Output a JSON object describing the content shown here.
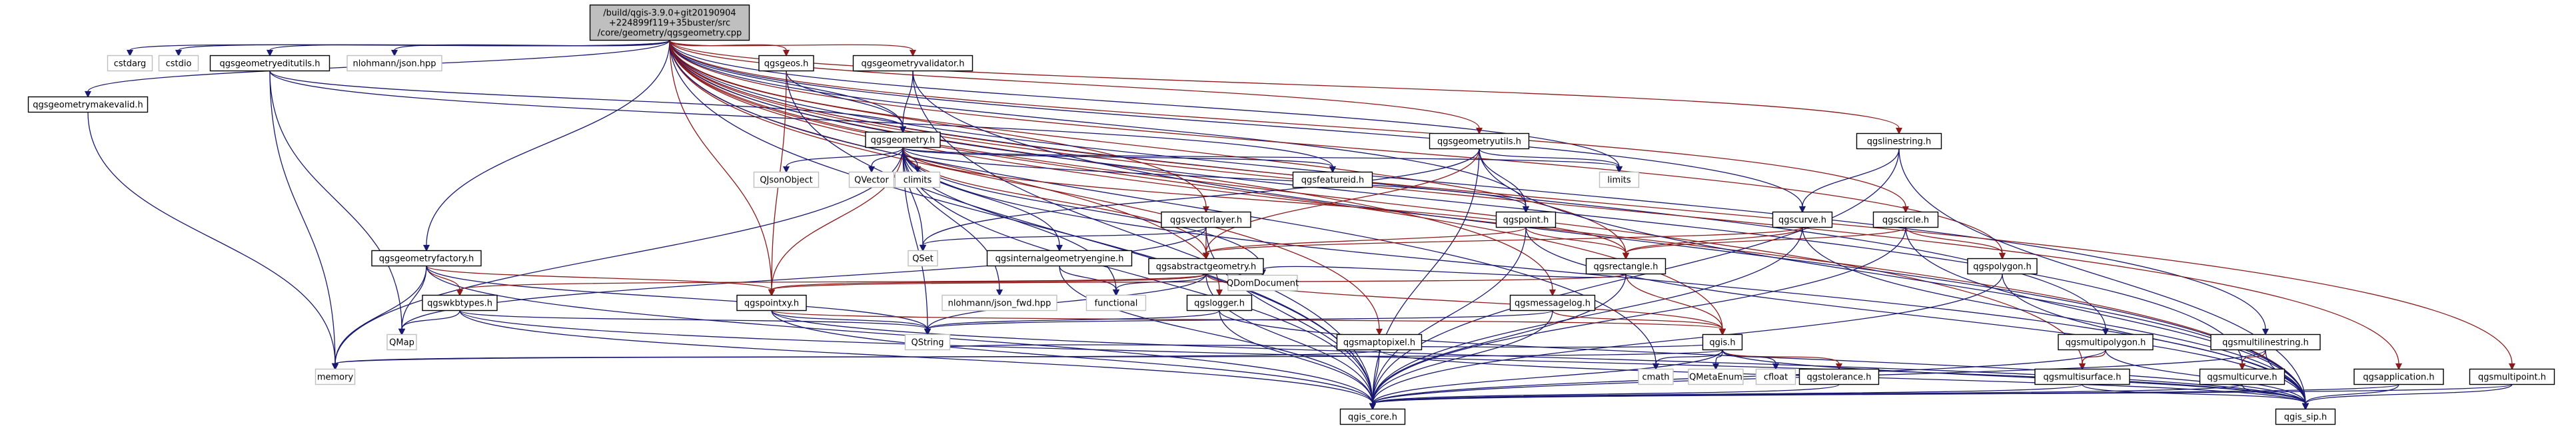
{
  "diagram": {
    "colors": {
      "default_edge": "#191970",
      "dep_edge": "#8b1a1a",
      "plain_edge": "#a9a9a9"
    },
    "nodes": [
      {
        "id": "root",
        "kind": "root",
        "lines": [
          "/build/qgis-3.9.0+git20190904",
          "+224899f119+35buster/src",
          "/core/geometry/qgsgeometry.cpp"
        ]
      },
      {
        "id": "cstdarg",
        "kind": "plain",
        "lines": [
          "cstdarg"
        ]
      },
      {
        "id": "cstdio",
        "kind": "plain",
        "lines": [
          "cstdio"
        ]
      },
      {
        "id": "qgsgeometryeditutils",
        "kind": "link",
        "lines": [
          "qgsgeometryeditutils.h"
        ]
      },
      {
        "id": "nlohmann_json",
        "kind": "plain",
        "lines": [
          "nlohmann/json.hpp"
        ]
      },
      {
        "id": "qgsgeos",
        "kind": "link",
        "lines": [
          "qgsgeos.h"
        ]
      },
      {
        "id": "qgsgeometryvalidator",
        "kind": "link",
        "lines": [
          "qgsgeometryvalidator.h"
        ]
      },
      {
        "id": "qgsgeometrymakevalid",
        "kind": "link",
        "lines": [
          "qgsgeometrymakevalid.h"
        ]
      },
      {
        "id": "qgsgeometry",
        "kind": "link",
        "lines": [
          "qgsgeometry.h"
        ]
      },
      {
        "id": "qgsgeometryutils",
        "kind": "link",
        "lines": [
          "qgsgeometryutils.h"
        ]
      },
      {
        "id": "qgslinestring",
        "kind": "link",
        "lines": [
          "qgslinestring.h"
        ]
      },
      {
        "id": "limits",
        "kind": "plain",
        "lines": [
          "limits"
        ]
      },
      {
        "id": "qjsonobject",
        "kind": "plain",
        "lines": [
          "QJsonObject"
        ]
      },
      {
        "id": "qdomdocument",
        "kind": "plain",
        "lines": [
          "QDomDocument"
        ]
      },
      {
        "id": "qvector",
        "kind": "plain",
        "lines": [
          "QVector"
        ]
      },
      {
        "id": "climits",
        "kind": "plain",
        "lines": [
          "climits"
        ]
      },
      {
        "id": "qgsfeatureid",
        "kind": "link",
        "lines": [
          "qgsfeatureid.h"
        ]
      },
      {
        "id": "qgsvectorlayer",
        "kind": "link",
        "lines": [
          "qgsvectorlayer.h"
        ]
      },
      {
        "id": "qgspoint",
        "kind": "link",
        "lines": [
          "qgspoint.h"
        ]
      },
      {
        "id": "qgscurve",
        "kind": "link",
        "lines": [
          "qgscurve.h"
        ]
      },
      {
        "id": "qgscircle",
        "kind": "link",
        "lines": [
          "qgscircle.h"
        ]
      },
      {
        "id": "qgsgeometryfactory",
        "kind": "link",
        "lines": [
          "qgsgeometryfactory.h"
        ]
      },
      {
        "id": "qset",
        "kind": "plain",
        "lines": [
          "QSet"
        ]
      },
      {
        "id": "qgsinternalgeometryengine",
        "kind": "link",
        "lines": [
          "qgsinternalgeometryengine.h"
        ]
      },
      {
        "id": "qgsabstractgeometry",
        "kind": "link",
        "lines": [
          "qgsabstractgeometry.h"
        ]
      },
      {
        "id": "qgsrectangle",
        "kind": "link",
        "lines": [
          "qgsrectangle.h"
        ]
      },
      {
        "id": "qgspolygon",
        "kind": "link",
        "lines": [
          "qgspolygon.h"
        ]
      },
      {
        "id": "qgswkbtypes",
        "kind": "link",
        "lines": [
          "qgswkbtypes.h"
        ]
      },
      {
        "id": "qgspointxy",
        "kind": "link",
        "lines": [
          "qgspointxy.h"
        ]
      },
      {
        "id": "nlohmann_json_fwd",
        "kind": "plain",
        "lines": [
          "nlohmann/json_fwd.hpp"
        ]
      },
      {
        "id": "functional",
        "kind": "plain",
        "lines": [
          "functional"
        ]
      },
      {
        "id": "qgslogger",
        "kind": "link",
        "lines": [
          "qgslogger.h"
        ]
      },
      {
        "id": "qgsmessagelog",
        "kind": "link",
        "lines": [
          "qgsmessagelog.h"
        ]
      },
      {
        "id": "qmap",
        "kind": "plain",
        "lines": [
          "QMap"
        ]
      },
      {
        "id": "qstring",
        "kind": "plain",
        "lines": [
          "QString"
        ]
      },
      {
        "id": "qgis",
        "kind": "link",
        "lines": [
          "qgis.h"
        ]
      },
      {
        "id": "qgsmaptopixel",
        "kind": "link",
        "lines": [
          "qgsmaptopixel.h"
        ]
      },
      {
        "id": "memory",
        "kind": "plain",
        "lines": [
          "memory"
        ]
      },
      {
        "id": "cmath",
        "kind": "plain",
        "lines": [
          "cmath"
        ]
      },
      {
        "id": "qmetaenum",
        "kind": "plain",
        "lines": [
          "QMetaEnum"
        ]
      },
      {
        "id": "cfloat",
        "kind": "plain",
        "lines": [
          "cfloat"
        ]
      },
      {
        "id": "qgstolerance",
        "kind": "link",
        "lines": [
          "qgstolerance.h"
        ]
      },
      {
        "id": "qgis_core",
        "kind": "link",
        "lines": [
          "qgis_core.h"
        ]
      },
      {
        "id": "qgis_sip",
        "kind": "link",
        "lines": [
          "qgis_sip.h"
        ]
      },
      {
        "id": "qgsmultipolygon",
        "kind": "link",
        "lines": [
          "qgsmultipolygon.h"
        ]
      },
      {
        "id": "qgsmultisurface",
        "kind": "link",
        "lines": [
          "qgsmultisurface.h"
        ]
      },
      {
        "id": "qgsmultilinestring",
        "kind": "link",
        "lines": [
          "qgsmultilinestring.h"
        ]
      },
      {
        "id": "qgsmulticurve",
        "kind": "link",
        "lines": [
          "qgsmulticurve.h"
        ]
      },
      {
        "id": "qgsapplication",
        "kind": "link",
        "lines": [
          "qgsapplication.h"
        ]
      },
      {
        "id": "qgsmultipoint",
        "kind": "link",
        "lines": [
          "qgsmultipoint.h"
        ]
      }
    ],
    "edges": [
      [
        "root",
        "cstdarg",
        "d"
      ],
      [
        "root",
        "cstdio",
        "d"
      ],
      [
        "root",
        "qgsgeometryeditutils",
        "d"
      ],
      [
        "root",
        "nlohmann_json",
        "d"
      ],
      [
        "root",
        "qgsgeos",
        "r"
      ],
      [
        "root",
        "qgsgeometryvalidator",
        "r"
      ],
      [
        "root",
        "qgsgeometrymakevalid",
        "d"
      ],
      [
        "root",
        "qgsgeometry",
        "d"
      ],
      [
        "root",
        "qgsgeometryutils",
        "r"
      ],
      [
        "root",
        "qgslinestring",
        "r"
      ],
      [
        "root",
        "limits",
        "d"
      ],
      [
        "root",
        "qgsvectorlayer",
        "r"
      ],
      [
        "root",
        "qgspoint",
        "d"
      ],
      [
        "root",
        "qgscurve",
        "d"
      ],
      [
        "root",
        "qgscircle",
        "r"
      ],
      [
        "root",
        "qgsgeometryfactory",
        "d"
      ],
      [
        "root",
        "qgsrectangle",
        "r"
      ],
      [
        "root",
        "qgspolygon",
        "r"
      ],
      [
        "root",
        "qgspointxy",
        "r"
      ],
      [
        "root",
        "qgslogger",
        "r"
      ],
      [
        "root",
        "qgsmessagelog",
        "r"
      ],
      [
        "root",
        "qgis",
        "r"
      ],
      [
        "root",
        "qgsmaptopixel",
        "r"
      ],
      [
        "root",
        "cmath",
        "d"
      ],
      [
        "root",
        "qgsmultipolygon",
        "d"
      ],
      [
        "root",
        "qgsmultisurface",
        "r"
      ],
      [
        "root",
        "qgsmultilinestring",
        "d"
      ],
      [
        "root",
        "qgsmulticurve",
        "d"
      ],
      [
        "root",
        "qgsapplication",
        "r"
      ],
      [
        "root",
        "qgsmultipoint",
        "r"
      ],
      [
        "root",
        "qgis_core",
        "d"
      ],
      [
        "root",
        "qgis_sip",
        "r"
      ],
      [
        "qgsgeometryeditutils",
        "qgsgeometry",
        "d"
      ],
      [
        "qgsgeometryeditutils",
        "qgsfeatureid",
        "d"
      ],
      [
        "qgsgeometryeditutils",
        "memory",
        "d"
      ],
      [
        "qgsgeometryeditutils",
        "qmap",
        "d"
      ],
      [
        "qgsgeos",
        "qgsgeometry",
        "d"
      ],
      [
        "qgsgeos",
        "qgis_core",
        "d"
      ],
      [
        "qgsgeos",
        "qgspointxy",
        "r"
      ],
      [
        "qgsgeometryvalidator",
        "qgsgeometry",
        "d"
      ],
      [
        "qgsgeometryvalidator",
        "qgis_core",
        "d"
      ],
      [
        "qgsgeometryvalidator",
        "qgis_sip",
        "d"
      ],
      [
        "qgsgeometrymakevalid",
        "memory",
        "d"
      ],
      [
        "qgsgeometry",
        "qjsonobject",
        "d"
      ],
      [
        "qgsgeometry",
        "qdomdocument",
        "d"
      ],
      [
        "qgsgeometry",
        "qvector",
        "d"
      ],
      [
        "qgsgeometry",
        "climits",
        "d"
      ],
      [
        "qgsgeometry",
        "limits",
        "d"
      ],
      [
        "qgsgeometry",
        "qgsfeatureid",
        "d"
      ],
      [
        "qgsgeometry",
        "qgspoint",
        "d"
      ],
      [
        "qgsgeometry",
        "qset",
        "d"
      ],
      [
        "qgsgeometry",
        "qgsinternalgeometryengine",
        "d"
      ],
      [
        "qgsgeometry",
        "qgsabstractgeometry",
        "r"
      ],
      [
        "qgsgeometry",
        "qgspointxy",
        "r"
      ],
      [
        "qgsgeometry",
        "nlohmann_json_fwd",
        "d"
      ],
      [
        "qgsgeometry",
        "functional",
        "d"
      ],
      [
        "qgsgeometry",
        "qstring",
        "d"
      ],
      [
        "qgsgeometry",
        "memory",
        "d"
      ],
      [
        "qgsgeometry",
        "qgis_core",
        "d"
      ],
      [
        "qgsgeometry",
        "qgis_sip",
        "d"
      ],
      [
        "qgsgeometry",
        "qgsrectangle",
        "r"
      ],
      [
        "qgsgeometryutils",
        "qgspoint",
        "d"
      ],
      [
        "qgsgeometryutils",
        "limits",
        "d"
      ],
      [
        "qgsgeometryutils",
        "qgsabstractgeometry",
        "r"
      ],
      [
        "qgsgeometryutils",
        "qgis_core",
        "d"
      ],
      [
        "qgsgeometryutils",
        "qgis_sip",
        "d"
      ],
      [
        "qgsgeometryutils",
        "qset",
        "d"
      ],
      [
        "qgslinestring",
        "qgscurve",
        "d"
      ],
      [
        "qgslinestring",
        "qgis_core",
        "d"
      ],
      [
        "qgslinestring",
        "qgis_sip",
        "d"
      ],
      [
        "qgsvectorlayer",
        "qset",
        "d"
      ],
      [
        "qgsvectorlayer",
        "qgis_core",
        "d"
      ],
      [
        "qgsvectorlayer",
        "qgsabstractgeometry",
        "r"
      ],
      [
        "qgsvectorlayer",
        "qmap",
        "d"
      ],
      [
        "qgspoint",
        "qgsabstractgeometry",
        "r"
      ],
      [
        "qgspoint",
        "qgsrectangle",
        "r"
      ],
      [
        "qgspoint",
        "qgis_core",
        "d"
      ],
      [
        "qgspoint",
        "qgis_sip",
        "d"
      ],
      [
        "qgscurve",
        "qgsabstractgeometry",
        "r"
      ],
      [
        "qgscurve",
        "qgsrectangle",
        "r"
      ],
      [
        "qgscurve",
        "qgis_core",
        "d"
      ],
      [
        "qgscurve",
        "qgis_sip",
        "d"
      ],
      [
        "qgscircle",
        "qgspolygon",
        "r"
      ],
      [
        "qgscircle",
        "qgsrectangle",
        "r"
      ],
      [
        "qgscircle",
        "qgis_core",
        "d"
      ],
      [
        "qgscircle",
        "qgis_sip",
        "d"
      ],
      [
        "qgsgeometryfactory",
        "qgswkbtypes",
        "r"
      ],
      [
        "qgsgeometryfactory",
        "qgspointxy",
        "r"
      ],
      [
        "qgsgeometryfactory",
        "memory",
        "d"
      ],
      [
        "qgsgeometryfactory",
        "qgis_core",
        "d"
      ],
      [
        "qgsgeometryfactory",
        "qstring",
        "d"
      ],
      [
        "qgsgeometryfactory",
        "qmap",
        "d"
      ],
      [
        "qgsinternalgeometryengine",
        "functional",
        "d"
      ],
      [
        "qgsinternalgeometryengine",
        "qgis_core",
        "d"
      ],
      [
        "qgsabstractgeometry",
        "qgspointxy",
        "r"
      ],
      [
        "qgsabstractgeometry",
        "qgswkbtypes",
        "r"
      ],
      [
        "qgsabstractgeometry",
        "functional",
        "d"
      ],
      [
        "qgsabstractgeometry",
        "qstring",
        "d"
      ],
      [
        "qgsabstractgeometry",
        "qgis_core",
        "d"
      ],
      [
        "qgsabstractgeometry",
        "qgis",
        "r"
      ],
      [
        "qgsrectangle",
        "qdomdocument",
        "d"
      ],
      [
        "qgsrectangle",
        "qgspointxy",
        "r"
      ],
      [
        "qgsrectangle",
        "qgis",
        "r"
      ],
      [
        "qgsrectangle",
        "qgis_core",
        "d"
      ],
      [
        "qgspolygon",
        "qgis_core",
        "d"
      ],
      [
        "qgspolygon",
        "qgis_sip",
        "d"
      ],
      [
        "qgswkbtypes",
        "qmap",
        "d"
      ],
      [
        "qgswkbtypes",
        "qstring",
        "d"
      ],
      [
        "qgswkbtypes",
        "qgis_core",
        "d"
      ],
      [
        "qgswkbtypes",
        "qgis_sip",
        "d"
      ],
      [
        "qgspointxy",
        "qstring",
        "d"
      ],
      [
        "qgspointxy",
        "qgis_core",
        "d"
      ],
      [
        "qgspointxy",
        "qgis",
        "r"
      ],
      [
        "qgspointxy",
        "qgis_sip",
        "d"
      ],
      [
        "qgslogger",
        "qstring",
        "d"
      ],
      [
        "qgslogger",
        "qgis_core",
        "d"
      ],
      [
        "qgslogger",
        "qgis_sip",
        "d"
      ],
      [
        "qgsmessagelog",
        "qstring",
        "d"
      ],
      [
        "qgsmessagelog",
        "qgis",
        "r"
      ],
      [
        "qgsmessagelog",
        "qgis_core",
        "d"
      ],
      [
        "qgis",
        "memory",
        "d"
      ],
      [
        "qgis",
        "cmath",
        "d"
      ],
      [
        "qgis",
        "qmetaenum",
        "d"
      ],
      [
        "qgis",
        "cfloat",
        "d"
      ],
      [
        "qgis",
        "qgstolerance",
        "r"
      ],
      [
        "qgis",
        "qgis_core",
        "d"
      ],
      [
        "qgis",
        "qgis_sip",
        "d"
      ],
      [
        "qgis",
        "qstring",
        "d"
      ],
      [
        "qgsmaptopixel",
        "qgis_core",
        "d"
      ],
      [
        "qgsmaptopixel",
        "qgis_sip",
        "d"
      ],
      [
        "qgsmaptopixel",
        "memory",
        "d"
      ],
      [
        "qgstolerance",
        "qgis_core",
        "d"
      ],
      [
        "qgsmultipolygon",
        "qgsmultisurface",
        "r"
      ],
      [
        "qgsmultipolygon",
        "qgis_core",
        "d"
      ],
      [
        "qgsmultipolygon",
        "qgis_sip",
        "d"
      ],
      [
        "qgsmultisurface",
        "qgis_core",
        "d"
      ],
      [
        "qgsmultisurface",
        "qgis_sip",
        "d"
      ],
      [
        "qgsmultilinestring",
        "qgsmulticurve",
        "r"
      ],
      [
        "qgsmultilinestring",
        "qgis_core",
        "d"
      ],
      [
        "qgsmultilinestring",
        "qgis_sip",
        "d"
      ],
      [
        "qgsmulticurve",
        "qgis_core",
        "d"
      ],
      [
        "qgsmulticurve",
        "qgis_sip",
        "d"
      ],
      [
        "qgsapplication",
        "qgis_core",
        "d"
      ],
      [
        "qgsapplication",
        "qgis_sip",
        "d"
      ],
      [
        "qgsmultipoint",
        "qgis_core",
        "d"
      ],
      [
        "qgsmultipoint",
        "qgis_sip",
        "d"
      ]
    ]
  }
}
